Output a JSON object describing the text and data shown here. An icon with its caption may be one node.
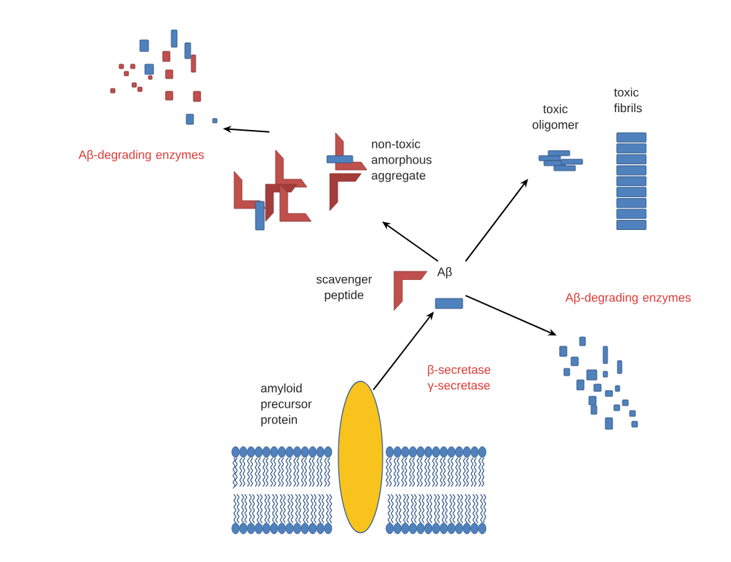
{
  "diagram": {
    "nodes": [
      {
        "text": [],
        "shape": "picture"
      },
      {
        "text": [
          "non-toxic amorphous aggregate"
        ]
      },
      {
        "text": [
          "toxic oligomer"
        ]
      },
      {
        "text": [
          "toxic fibrils"
        ]
      },
      {
        "text": [
          "Aβ"
        ]
      },
      {
        "text": [
          "scavenger peptide"
        ]
      },
      {
        "text": [],
        "shape": "picture"
      },
      {
        "text": [
          "amyloid precursor protein"
        ]
      }
    ],
    "edges": [
      {
        "from": 7,
        "to": 4,
        "arrow": "to",
        "label": "β-secretase γ-secretase"
      },
      {
        "from": 4,
        "to": 1,
        "arrow": "to"
      },
      {
        "from": 4,
        "to": 2,
        "arrow": "to"
      },
      {
        "from": 4,
        "to": 6,
        "arrow": "to",
        "label": "Aβ-degrading enzymes"
      },
      {
        "from": 1,
        "to": 0,
        "arrow": "to",
        "label": "Aβ-degrading enzymes"
      }
    ]
  }
}
